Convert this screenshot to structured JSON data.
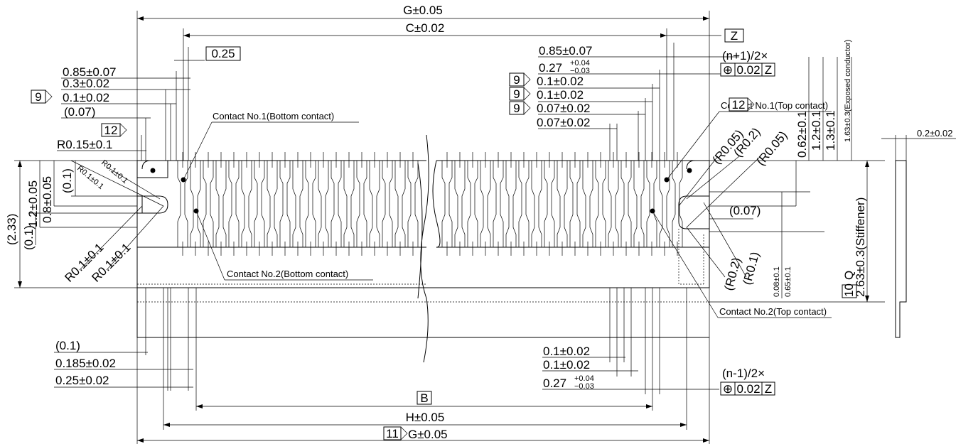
{
  "dims": {
    "G_top": "G±0.05",
    "C": "C±0.02",
    "Z_box": "Z",
    "box_025": "0.25",
    "left_085": "0.85±0.07",
    "left_03": "0.3±0.02",
    "note9": "9",
    "left_01": "0.1±0.02",
    "left_007": "(0.07)",
    "note12": "12",
    "r015": "R0.15±0.1",
    "contact1_bottom": "Contact No.1(Bottom contact)",
    "contact2_bottom": "Contact No.2(Bottom contact)",
    "r01_a": "R0.1±0.1",
    "r01_b": "R0.1±0.1",
    "h_12": "1.2±0.05",
    "h_08": "0.8±0.05",
    "h_01p": "(0.1)",
    "h_233": "(2.33)",
    "h_01b": "(0.1)",
    "r01_c": "R0.1±0.1",
    "r01_d": "R0.1±0.1",
    "right_085": "0.85±0.07",
    "n_plus": "(n+1)/2×",
    "tol_027": "0.27",
    "tol_plus": "+0.04",
    "tol_minus": "−0.03",
    "pos_symbol": "⊕",
    "pos_tol": "0.02",
    "right_01a": "0.1±0.02",
    "right_01b": "0.1±0.02",
    "right_007a": "0.07±0.02",
    "right_007b": "0.07±0.02",
    "contact1_top": "Contact No.1(Top contact)",
    "contact2_top": "Contact No.2(Top contact)",
    "r005a": "(R0.05)",
    "r02a": "(R0.2)",
    "r005b": "(R0.05)",
    "r02b": "(R0.2)",
    "r01p": "(R0.1)",
    "right_007p": "(0.07)",
    "v_062": "0.62±0.1",
    "v_12": "1.2±0.1",
    "v_13": "1.3±0.1",
    "v_163": "1.63±0.3(Exposed conductor)",
    "v_008": "0.08±0.1",
    "v_065": "0.65±0.1",
    "note10": "10",
    "q": "Q",
    "stiffener": "2.63±0.3(Stiffener)",
    "side_02": "0.2±0.02",
    "bot_01p": "(0.1)",
    "bot_0185": "0.185±0.02",
    "bot_025": "0.25±0.02",
    "bot_01a": "0.1±0.02",
    "bot_01b": "0.1±0.02",
    "n_minus": "(n-1)/2×",
    "B_box": "B",
    "H": "H±0.05",
    "note11": "11",
    "G_bottom": "G±0.05"
  }
}
